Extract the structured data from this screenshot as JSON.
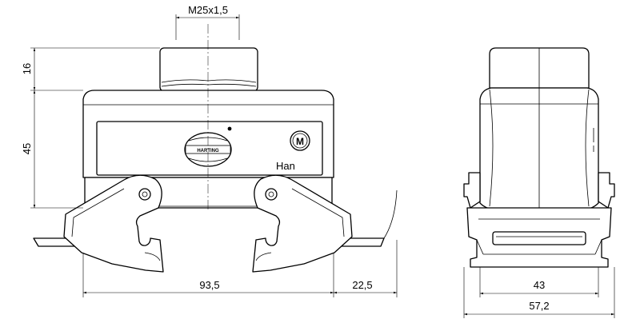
{
  "dimensions": {
    "thread": "M25x1,5",
    "top_height": "16",
    "body_height": "45",
    "base_width": "93,5",
    "lever_extent": "22,5",
    "side_inner_width": "43",
    "side_total_width": "57,2"
  },
  "labels": {
    "brand": "HARTING",
    "han": "Han",
    "marking": "M"
  }
}
